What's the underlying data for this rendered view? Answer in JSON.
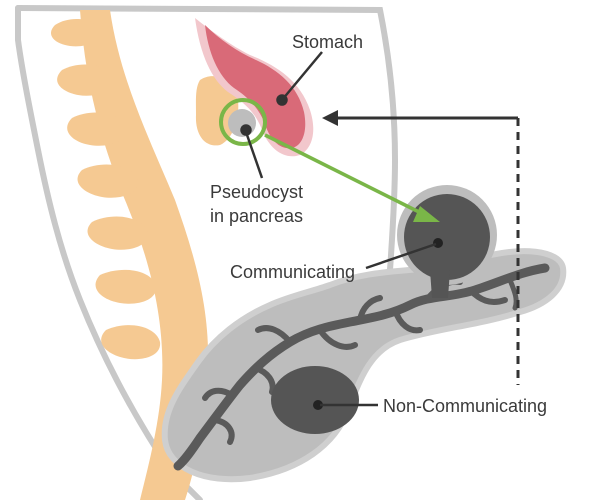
{
  "labels": {
    "stomach": "Stomach",
    "pseudocyst_line1": "Pseudocyst",
    "pseudocyst_line2": "in pancreas",
    "communicating": "Communicating",
    "non_communicating": "Non-Communicating"
  },
  "colors": {
    "spine": "#f5c992",
    "stomach": "#d96a78",
    "stomach_light": "#f2c7cc",
    "pancreas": "#bdbdbd",
    "pancreas_rim": "#cfcfcf",
    "duct": "#5a5a5a",
    "cyst": "#555555",
    "highlight": "#7ab648",
    "pointer": "#333333",
    "body_outline": "#c8c8c8"
  }
}
